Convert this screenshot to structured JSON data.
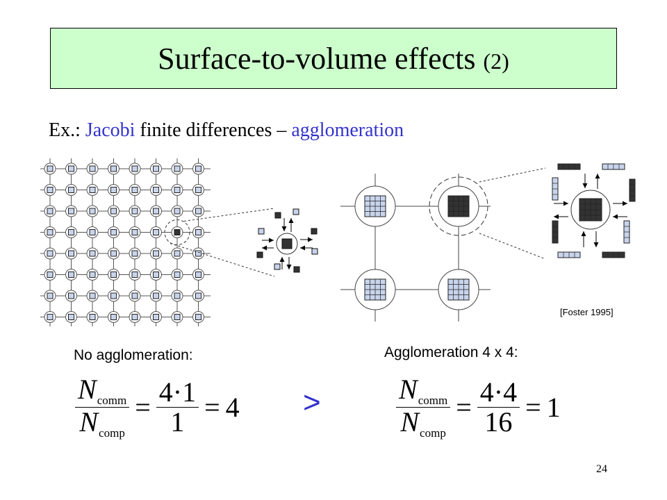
{
  "title": {
    "main": "Surface-to-volume effects",
    "paren": "(2)"
  },
  "subtitle": {
    "prefix": "Ex.:",
    "jacobi": "Jacobi",
    "middle": "finite differences –",
    "agglomeration": "agglomeration"
  },
  "citation": "[Foster 1995]",
  "left_label": "No agglomeration:",
  "right_label": "Agglomeration 4 x 4:",
  "formula_left": {
    "num_sym": "N",
    "num_sub": "comm",
    "den_sym": "N",
    "den_sub": "comp",
    "eq1": "=",
    "rnum": "4·1",
    "rden": "1",
    "eq2": "=",
    "result": "4"
  },
  "formula_right": {
    "num_sym": "N",
    "num_sub": "comm",
    "den_sym": "N",
    "den_sub": "comp",
    "eq1": "=",
    "rnum": "4·4",
    "rden": "16",
    "eq2": "=",
    "result": "1"
  },
  "comparison": ">",
  "page_number": "24",
  "colors": {
    "title_bg": "#ccffcc",
    "accent_blue": "#3333cc",
    "light_cell": "#c8d4ec",
    "dark_cell": "#333333"
  }
}
